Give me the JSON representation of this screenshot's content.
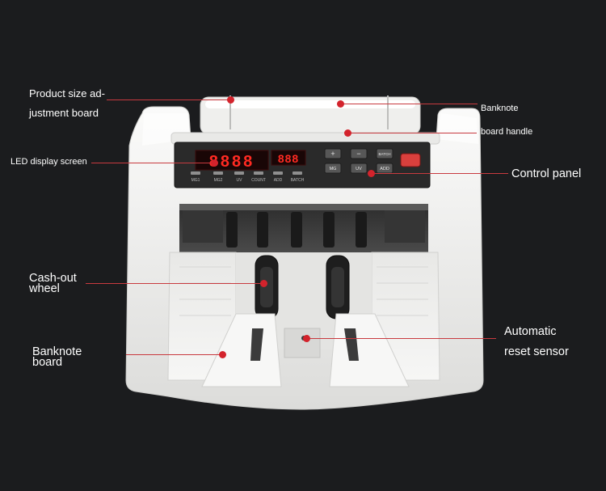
{
  "image": {
    "subject": "banknote counter",
    "colors": {
      "background": "#1b1c1e",
      "body": "#f1f1ef",
      "leader": "#c83a3f",
      "led": "#ff2a22"
    }
  },
  "labels": {
    "size_board": "Product size ad-\njustment board",
    "led_screen": "LED display screen",
    "cash_out": "Cash-out\nwheel",
    "banknote_board": "Banknote\nboard",
    "banknote": "Banknote",
    "board_handle": "board handle",
    "control_panel": "Control panel",
    "reset_sensor": "Automatic\nreset sensor"
  },
  "panel": {
    "buttons": [
      "+",
      "−",
      "BATCH",
      "MG",
      "UV",
      "ADD"
    ],
    "indicators": [
      "MG1",
      "MG2",
      "UV",
      "COUNT",
      "ADD",
      "BATCH"
    ],
    "display_main": "8888",
    "display_batch": "888"
  }
}
